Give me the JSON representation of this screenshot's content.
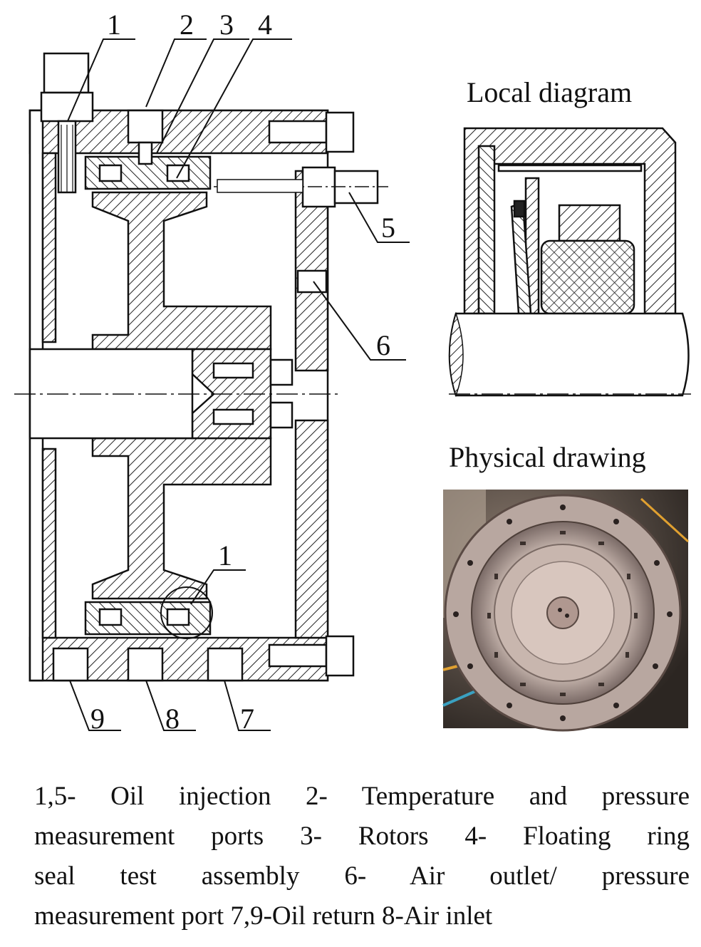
{
  "callouts": [
    "1",
    "2",
    "3",
    "4",
    "5",
    "6",
    "1",
    "9",
    "8",
    "7"
  ],
  "local_title": "Local diagram",
  "physical_title": "Physical drawing",
  "caption_lines": [
    "1,5- Oil injection  2- Temperature and pressure",
    "measurement ports  3- Rotors  4- Floating ring",
    "seal test assembly   6- Air outlet/ pressure",
    "measurement port  7,9-Oil return  8-Air inlet"
  ]
}
